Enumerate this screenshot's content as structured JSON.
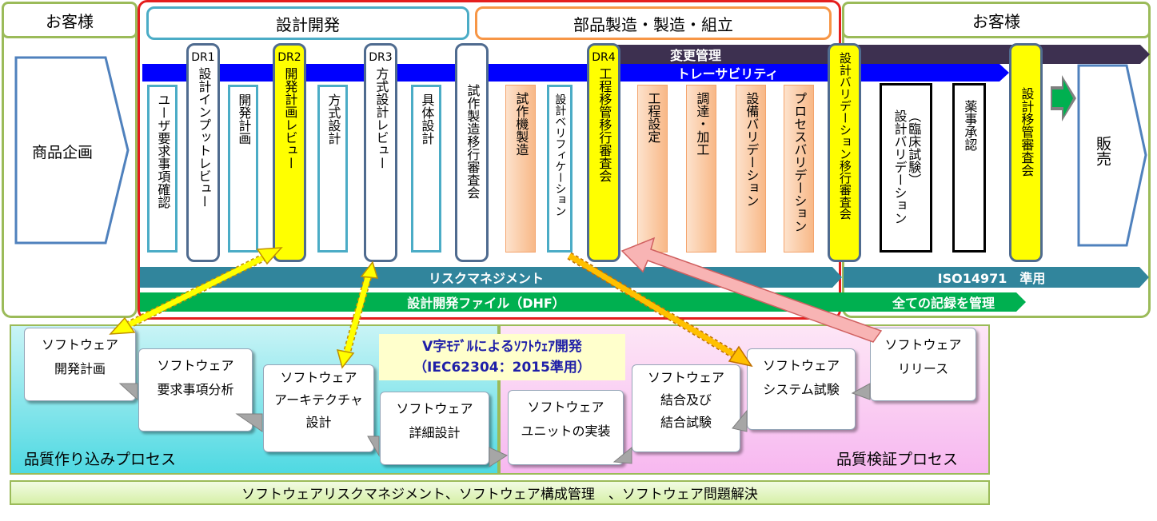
{
  "headers": {
    "customer_left": "お客様",
    "design_dev": "設計開発",
    "manufacturing": "部品製造・製造・組立",
    "customer_right": "お客様"
  },
  "left_box": {
    "label": "商品企画"
  },
  "right_box": {
    "label": "販売"
  },
  "bands": {
    "change_mgmt": "変更管理",
    "traceability": "トレーサビリティ",
    "risk_mgmt": "リスクマネジメント",
    "iso": "ISO14971　準用",
    "dhf": "設計開発ファイル（DHF）",
    "all_records": "全ての記録を管理"
  },
  "columns": {
    "c1": {
      "label": "ユーザ要求事項確認"
    },
    "c2": {
      "dr": "DR1",
      "label": "設計インプットレビュー"
    },
    "c3": {
      "label": "開発計画"
    },
    "c4": {
      "dr": "DR2",
      "label": "開発計画レビュー"
    },
    "c5": {
      "label": "方式設計"
    },
    "c6": {
      "dr": "DR3",
      "label": "方式設計レビュー"
    },
    "c7": {
      "label": "具体設計"
    },
    "c8": {
      "label": "試作製造移行審査会"
    },
    "c9": {
      "label": "試作機製造"
    },
    "c10": {
      "label": "設計ベリフィケーション"
    },
    "c11": {
      "dr": "DR4",
      "label": "工程移管移行審査会"
    },
    "c12": {
      "label": "工程設定"
    },
    "c13": {
      "label": "調達・加工"
    },
    "c14": {
      "label": "設備バリデーション"
    },
    "c15": {
      "label": "プロセスバリデーション"
    },
    "c16": {
      "label": "設計バリデーション移行審査会"
    },
    "c17": {
      "line1": "（臨床試験）",
      "line2": "設計バリデーション"
    },
    "c18": {
      "label": "薬事承認"
    },
    "c19": {
      "label": "設計移管審査会"
    }
  },
  "vmodel": {
    "title1": "V字ﾓﾃﾞﾙによるｿﾌﾄｳｪｱ開発",
    "title2": "（IEC62304：2015準用）",
    "left_caption": "品質作り込みプロセス",
    "right_caption": "品質検証プロセス",
    "boxes": {
      "b1": [
        "ソフトウェア",
        "開発計画"
      ],
      "b2": [
        "ソフトウェア",
        "要求事項分析"
      ],
      "b3": [
        "ソフトウェア",
        "アーキテクチャ",
        "設計"
      ],
      "b4": [
        "ソフトウェア",
        "詳細設計"
      ],
      "b5": [
        "ソフトウェア",
        "ユニットの実装"
      ],
      "b6": [
        "ソフトウェア",
        "結合及び",
        "結合試験"
      ],
      "b7": [
        "ソフトウェア",
        "システム試験"
      ],
      "b8": [
        "ソフトウェア",
        "リリース"
      ]
    }
  },
  "footer": "ソフトウェアリスクマネジメント、ソフトウェア構成管理　、ソフトウェア問題解決",
  "colors": {
    "green_border": "#9bbb59",
    "red_border": "#e51e1e",
    "teal": "#4bacc6",
    "blue_band": "#0000ff",
    "purple_band": "#3d3050",
    "yellow": "#ffff00"
  }
}
